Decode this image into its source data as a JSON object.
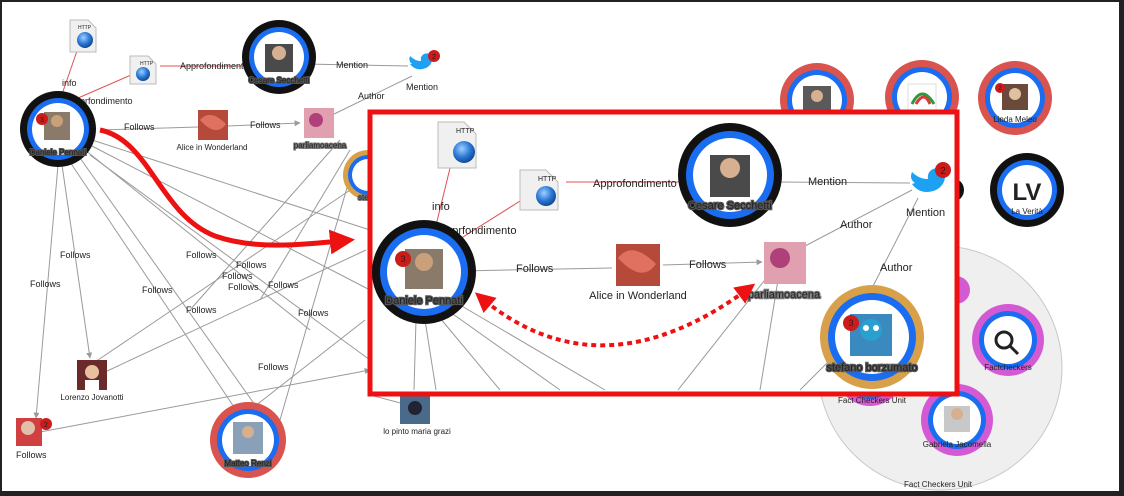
{
  "colors": {
    "ring_blue": "#1a6cf0",
    "ring_black": "#111111",
    "ring_red": "#d9534f",
    "ring_orange": "#d9a04a",
    "ring_magenta": "#d35ad3",
    "highlight_red": "#ee1111",
    "edge_gray": "#9a9a9a",
    "link_red": "#e05050",
    "twitter_blue": "#1da1f2",
    "badge_red": "#cc1b1b"
  },
  "icons": {
    "http_doc": "http-document-icon",
    "twitter": "twitter-bird-icon",
    "arrow": "curved-red-arrow-icon"
  },
  "overview": {
    "nodes": {
      "http_info": {
        "text": "HTTP"
      },
      "http_appr": {
        "text": "HTTP"
      },
      "daniele": {
        "label": "Daniele Pennati",
        "badge": "3"
      },
      "cesare": {
        "label": "Cesare Secchetti"
      },
      "twitter": {
        "badge": "2",
        "label": "Mention"
      },
      "alice": {
        "label": "Alice in Wonderland"
      },
      "parliamo": {
        "label": "parliamoacena"
      },
      "stefano": {
        "label": "stefano"
      },
      "lorenzo": {
        "label": "Lorenzo Jovanotti"
      },
      "lopinto": {
        "label": "lo pinto maria grazi"
      },
      "matteo": {
        "label": "Matteo Renzi"
      },
      "bottom_left": {
        "badge": "2",
        "label": "Follows"
      },
      "right1": {},
      "right2": {},
      "linda": {
        "label": "Linda Meleo",
        "badge": "2"
      },
      "lavenita": {
        "logo": "LV",
        "label": "La Verità"
      },
      "factcheckers": {
        "label": "Factcheckers"
      },
      "factunit": {
        "label": "Fact Checkers Unit"
      },
      "gabriela": {
        "label": "Gabriela Jacomella"
      },
      "cluster": {
        "label": "Fact Checkers Unit"
      }
    },
    "edges": {
      "info": "info",
      "apprfondimento": "apprfondimento",
      "approfondimento": "Approfondimento",
      "mention": "Mention",
      "author": "Author",
      "follows": "Follows"
    }
  },
  "zoom": {
    "nodes": {
      "http_info": {
        "text": "HTTP"
      },
      "http_appr": {
        "text": "HTTP"
      },
      "daniele": {
        "label": "Daniele Pennati",
        "badge": "3"
      },
      "cesare": {
        "label": "Cesare Secchetti"
      },
      "twitter": {
        "badge": "2",
        "label": "Mention"
      },
      "alice": {
        "label": "Alice in Wonderland"
      },
      "parliamo": {
        "label": "parliamoacena"
      },
      "stefano": {
        "label": "stefano borzumato",
        "badge": "3"
      }
    },
    "edges": {
      "info": "info",
      "apprfondimento": "apprfondimento",
      "approfondimento": "Approfondimento",
      "mention": "Mention",
      "follows": "Follows",
      "author": "Author"
    }
  }
}
